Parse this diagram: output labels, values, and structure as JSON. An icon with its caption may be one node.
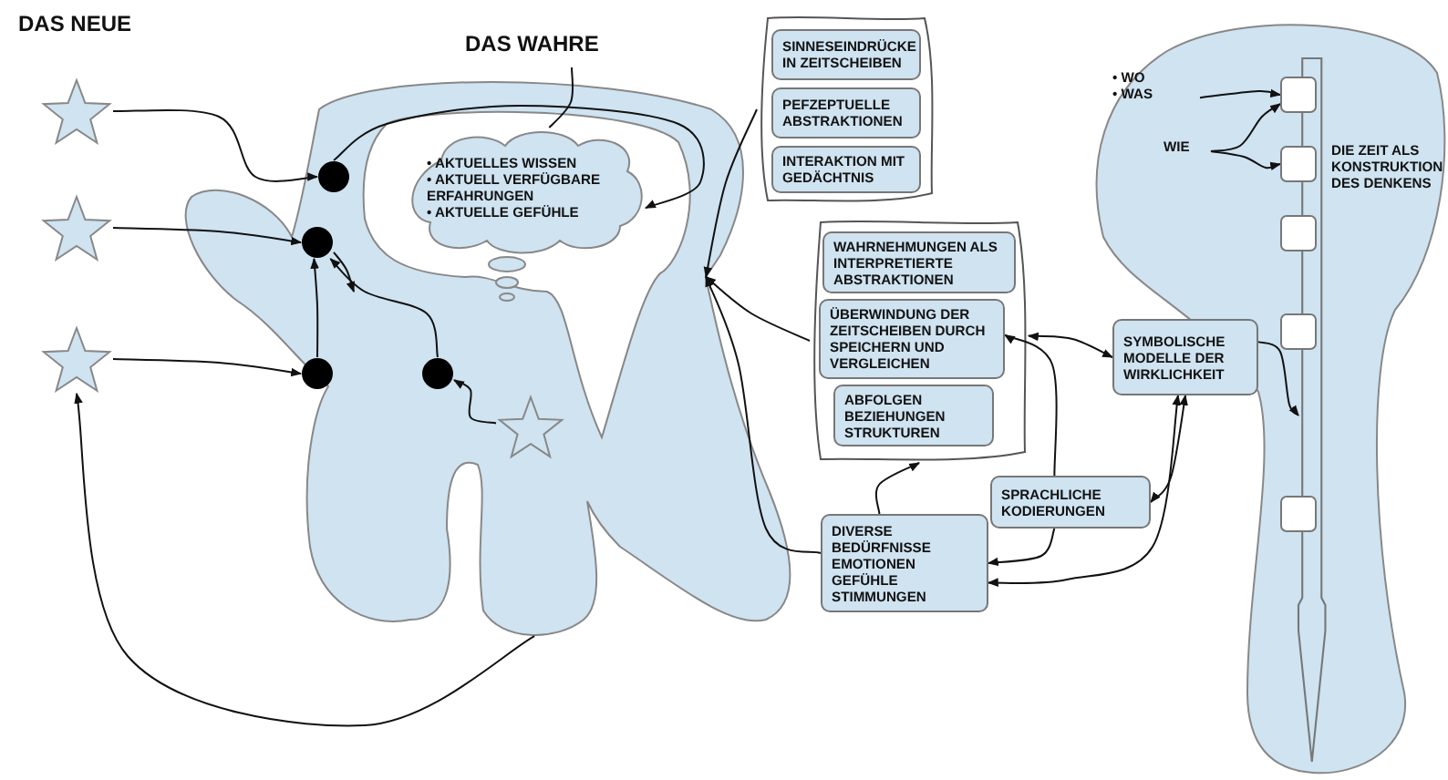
{
  "diagram": {
    "nodes": [
      {
        "text": [
          "DAS WAHRE"
        ]
      },
      {
        "text": [],
        "shape": "star"
      },
      {
        "text": [],
        "shape": "star"
      },
      {
        "text": [],
        "shape": "star"
      },
      {
        "text": [],
        "shape": "circle",
        "in": 10
      },
      {
        "text": [],
        "shape": "circle",
        "in": 10
      },
      {
        "text": [],
        "shape": "circle",
        "in": 10
      },
      {
        "text": [],
        "shape": "circle",
        "in": 10
      },
      {
        "text": [
          "• AKTUELLES WISSEN",
          "• AKTUELL VERFÜGBARE ERFAHRUNGEN",
          "• AKTUELLE GEFÜHLE"
        ],
        "in": 10
      },
      {
        "text": [],
        "shape": "star",
        "in": 10
      },
      {
        "text": [],
        "shape": "blob"
      },
      {
        "text": [],
        "shape": "box"
      },
      {
        "text": [
          "SINNESEINDRÜCKE IN ZEITSCHEIBEN"
        ],
        "in": 11
      },
      {
        "text": [
          "PEFZEPTUELLE ABSTRAKTIONEN"
        ],
        "in": 11
      },
      {
        "text": [
          "INTERAKTION MIT GEDÄCHTNIS"
        ],
        "in": 11
      },
      {
        "text": [],
        "shape": "box"
      },
      {
        "text": [
          "WAHRNEHMUNGEN ALS INTERPRETIERTE ABSTRAKTIONEN"
        ],
        "in": 15
      },
      {
        "text": [
          "ÜBERWINDUNG DER ZEITSCHEIBEN DURCH SPEICHERN UND VERGLEICHEN"
        ],
        "in": 15
      },
      {
        "text": [
          "ABFOLGEN BEZIEHUNGEN STRUKTUREN"
        ],
        "in": 15
      },
      {
        "text": [
          "SPRACHLICHE KODIERUNGEN"
        ]
      },
      {
        "text": [
          "DIVERSE BEDÜRFNISSE EMOTIONEN GEFÜHLE STIMMUNGEN"
        ]
      },
      {
        "text": [
          "SYMBOLISCHE MODELLE DER WIRKLICHKEIT"
        ]
      },
      {
        "text": [],
        "shape": "blob"
      },
      {
        "text": [
          "• WO",
          "• WAS"
        ],
        "in": 22
      },
      {
        "text": [
          "WIE"
        ],
        "in": 22
      },
      {
        "text": [
          "DIE ZEIT ALS KONSTRUKTION DES DENKENS"
        ],
        "in": 22
      },
      {
        "text": [],
        "shape": "box",
        "in": 22
      },
      {
        "text": [],
        "shape": "box",
        "in": 22
      },
      {
        "text": [],
        "shape": "box",
        "in": 22
      },
      {
        "text": [],
        "shape": "box",
        "in": 22
      },
      {
        "text": [],
        "shape": "box",
        "in": 22
      }
    ],
    "edges": [
      {
        "from": 1,
        "to": 4,
        "arrow": "to"
      },
      {
        "from": 2,
        "to": 5,
        "arrow": "to"
      },
      {
        "from": 3,
        "to": 6,
        "arrow": "to"
      },
      {
        "from": 9,
        "to": 7,
        "arrow": "to"
      },
      {
        "from": 5,
        "to": null,
        "arrow": "to"
      },
      {
        "from": 6,
        "to": 5,
        "arrow": "to"
      },
      {
        "from": 7,
        "to": 5,
        "arrow": "to"
      },
      {
        "from": 4,
        "to": 8,
        "arrow": "to"
      },
      {
        "from": 0,
        "to": 8,
        "arrow": "none"
      },
      {
        "from": 10,
        "to": 3,
        "arrow": "to"
      },
      {
        "from": 11,
        "to": 10,
        "arrow": "to"
      },
      {
        "from": 15,
        "to": 10,
        "arrow": "to"
      },
      {
        "from": 20,
        "to": 10,
        "arrow": "to"
      },
      {
        "from": 20,
        "to": 15,
        "arrow": "to"
      },
      {
        "from": 19,
        "to": 17,
        "arrow": "to"
      },
      {
        "from": 19,
        "to": 20,
        "arrow": "to"
      },
      {
        "from": 21,
        "to": 19,
        "arrow": "both"
      },
      {
        "from": 21,
        "to": 20,
        "arrow": "both"
      },
      {
        "from": 15,
        "to": 21,
        "arrow": "both"
      },
      {
        "from": 21,
        "to": 25,
        "arrow": "to"
      },
      {
        "from": 23,
        "to": 26,
        "arrow": "to"
      },
      {
        "from": 24,
        "to": 26,
        "arrow": "to"
      },
      {
        "from": 24,
        "to": 27,
        "arrow": "to"
      }
    ],
    "labels": [
      "DAS NEUE"
    ]
  }
}
